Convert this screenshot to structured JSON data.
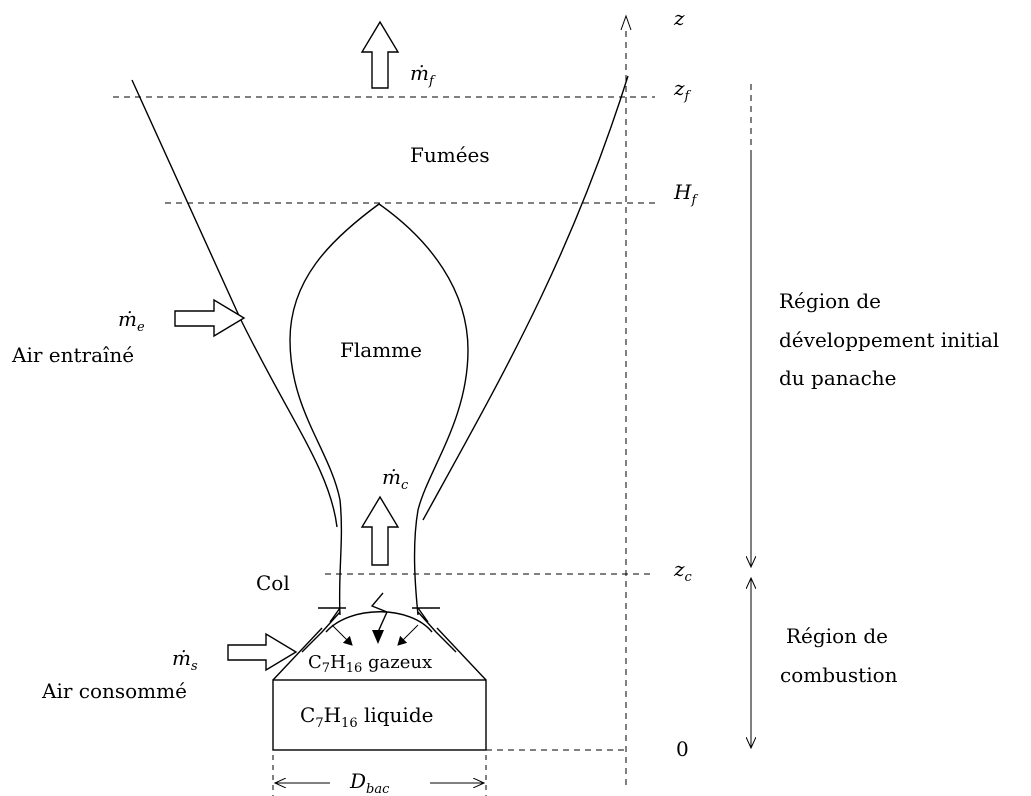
{
  "axis": {
    "label": "z",
    "ticks": {
      "zf": {
        "main": "z",
        "sub": "f"
      },
      "Hf": {
        "main": "H",
        "sub": "f"
      },
      "zc": {
        "main": "z",
        "sub": "c"
      },
      "zero": "0"
    }
  },
  "flows": {
    "smoke_out": {
      "main": "ṁ",
      "sub": "f"
    },
    "entrained": {
      "main": "ṁ",
      "sub": "e",
      "caption": "Air entraîné"
    },
    "col_flow": {
      "main": "ṁ",
      "sub": "c"
    },
    "consumed": {
      "main": "ṁ",
      "sub": "s",
      "caption": "Air consommé"
    }
  },
  "zones": {
    "smoke": "Fumées",
    "flame": "Flamme",
    "neck": "Col"
  },
  "fuel": {
    "gas": {
      "pre": "C",
      "sub1": "7",
      "mid": "H",
      "sub2": "16",
      "post": " gazeux"
    },
    "liquid": {
      "pre": "C",
      "sub1": "7",
      "mid": "H",
      "sub2": "16",
      "post": " liquide"
    }
  },
  "dimension": {
    "main": "D",
    "sub": "bac"
  },
  "regions": {
    "plume": [
      "Région de",
      "développement initial",
      "du panache"
    ],
    "combustion": [
      "Région de",
      "combustion"
    ]
  }
}
